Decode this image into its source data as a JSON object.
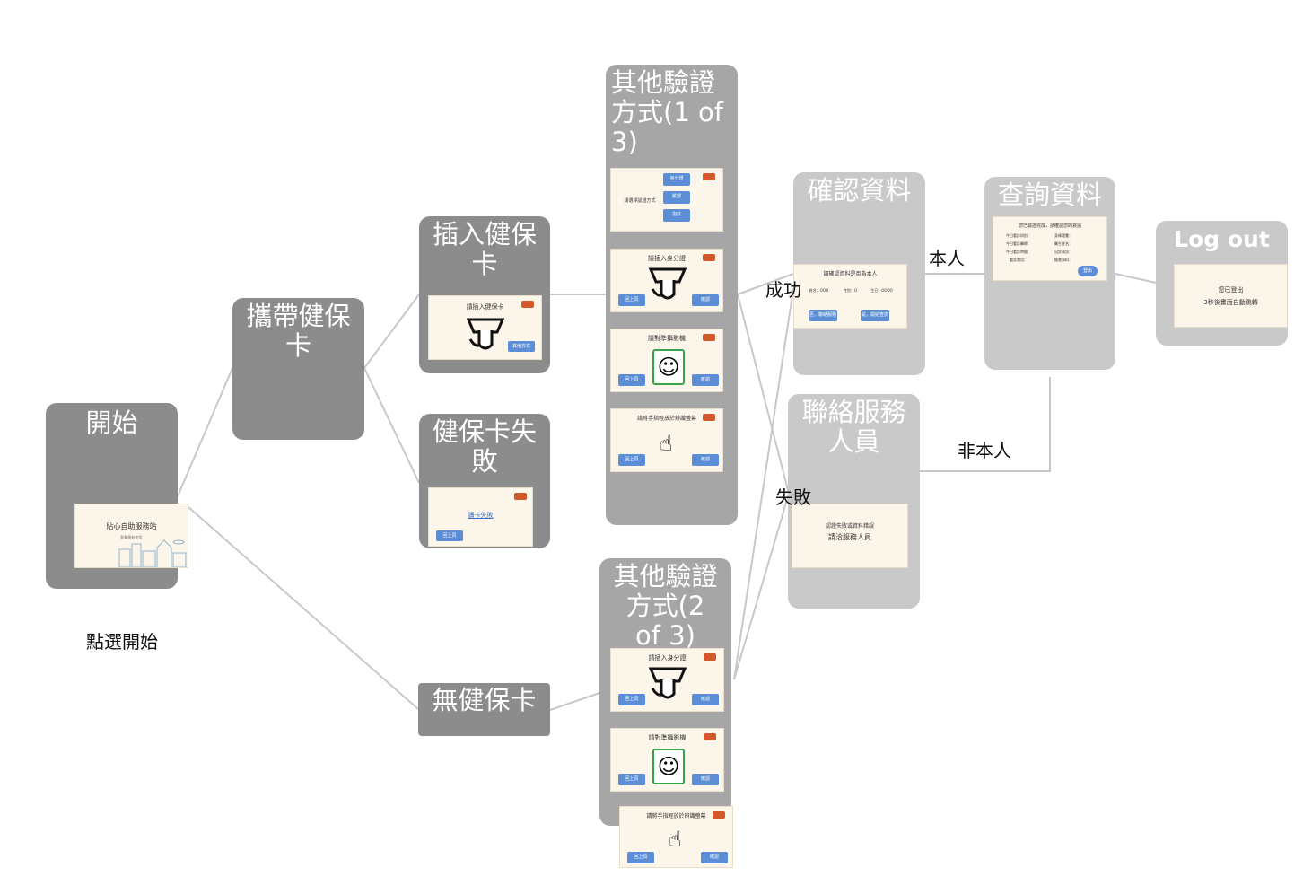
{
  "nodes": {
    "start": {
      "title": "開始",
      "caption": "點選開始",
      "screen": {
        "title": "貼心自助服務站",
        "subtitle": "點擊開始使用"
      }
    },
    "carry_card": {
      "title": "攜帶健保卡"
    },
    "insert_card": {
      "title": "插入健保卡",
      "screen": {
        "text": "請插入健保卡",
        "button": "其他方式"
      }
    },
    "card_fail": {
      "title": "健保卡失敗",
      "screen": {
        "text": "讀卡失敗",
        "button": "回上頁"
      }
    },
    "no_card": {
      "title": "無健保卡"
    },
    "other_1": {
      "title": "其他驗證方式(1 of 3)",
      "screens": [
        {
          "text": "請選擇認證方式",
          "buttons": [
            "身分證",
            "臉部",
            "指紋"
          ]
        },
        {
          "text": "請插入身分證",
          "buttons": [
            "回上頁",
            "確認"
          ]
        },
        {
          "text": "請對準攝影機",
          "buttons": [
            "回上頁",
            "確認"
          ]
        },
        {
          "text": "請將手指輕放於辨識螢幕",
          "buttons": [
            "回上頁",
            "確認"
          ]
        }
      ]
    },
    "other_2": {
      "title": "其他驗證方式(2 of 3)",
      "screens": [
        {
          "text": "請插入身分證",
          "buttons": [
            "回上頁",
            "確認"
          ]
        },
        {
          "text": "請對準攝影機",
          "buttons": [
            "回上頁",
            "確認"
          ]
        },
        {
          "text": "請將手指輕放於辨識螢幕",
          "buttons": [
            "回上頁",
            "確認"
          ]
        }
      ]
    },
    "confirm": {
      "title": "確認資料",
      "screen": {
        "text": "請確認資料是否為本人",
        "fields": [
          "姓名：OOO",
          "性別：O",
          "生日：OOOO"
        ],
        "buttons": [
          "否，聯絡服務",
          "是，開始查詢"
        ]
      }
    },
    "contact": {
      "title": "聯絡服務人員",
      "screen": {
        "line1": "認證失敗或資料錯誤",
        "line2": "請洽服務人員"
      }
    },
    "query": {
      "title": "查詢資料",
      "screen": {
        "heading": "您已驗證完成，請確認您的資訊",
        "rows": [
          [
            "今日看診科別：",
            "身障證書："
          ],
          [
            "今日看診醫師：",
            "醫生姓名："
          ],
          [
            "今日看診時間：",
            "出診資訊："
          ],
          [
            "看診費用：",
            "檢查資料："
          ]
        ],
        "button": "登出"
      }
    },
    "logout": {
      "title": "Log out",
      "screen": {
        "line1": "您已登出",
        "line2": "3秒後畫面自動跳轉"
      }
    }
  },
  "edge_labels": {
    "success": "成功",
    "fail": "失敗",
    "self": "本人",
    "not_self": "非本人"
  },
  "colors": {
    "dark": "#8c8c8c",
    "mid": "#a6a6a6",
    "light": "#c9c9c9",
    "button": "#5b8ed6",
    "exit": "#d2582a",
    "line": "#c8c8c8"
  }
}
